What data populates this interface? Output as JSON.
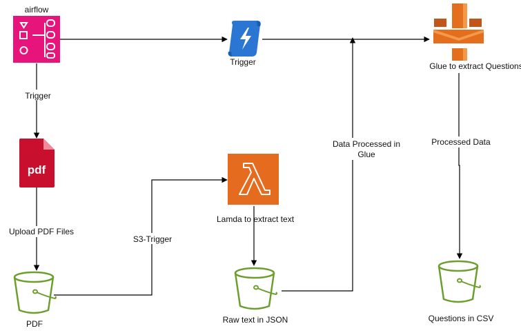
{
  "colors": {
    "airflow": "#e7157b",
    "pdf": "#c8102e",
    "lambda": "#e56b1f",
    "glue": "#e36f1e",
    "s3": "#6c9e2e",
    "trigger": "#2a76d2"
  },
  "nodes": {
    "airflow": {
      "label": "airflow",
      "icon": "airflow-icon"
    },
    "trigger": {
      "label": "Trigger",
      "icon": "eventbridge-scroll-icon"
    },
    "glue": {
      "label": "Glue to extract Questions",
      "icon": "glue-icon"
    },
    "pdf": {
      "label": "",
      "icon_text": "pdf",
      "icon": "pdf-file-icon"
    },
    "lambda": {
      "label": "Lamda to extract text",
      "icon_text": "λ",
      "icon": "lambda-icon"
    },
    "pdf_bucket": {
      "label": "PDF",
      "icon": "s3-bucket-icon"
    },
    "raw_bucket": {
      "label": "Raw text in JSON",
      "icon": "s3-bucket-icon"
    },
    "csv_bucket": {
      "label": "Questions in CSV",
      "icon": "s3-bucket-icon"
    }
  },
  "edges": {
    "airflow_to_pdf": "Trigger",
    "pdf_to_bucket": "Upload PDF Files",
    "bucket_to_lambda": "S3-Trigger",
    "raw_to_glue": "Data Processed in Glue",
    "raw_to_glue_line1": "Data Processed in",
    "raw_to_glue_line2": "Glue",
    "glue_to_csv": "Processed Data"
  }
}
